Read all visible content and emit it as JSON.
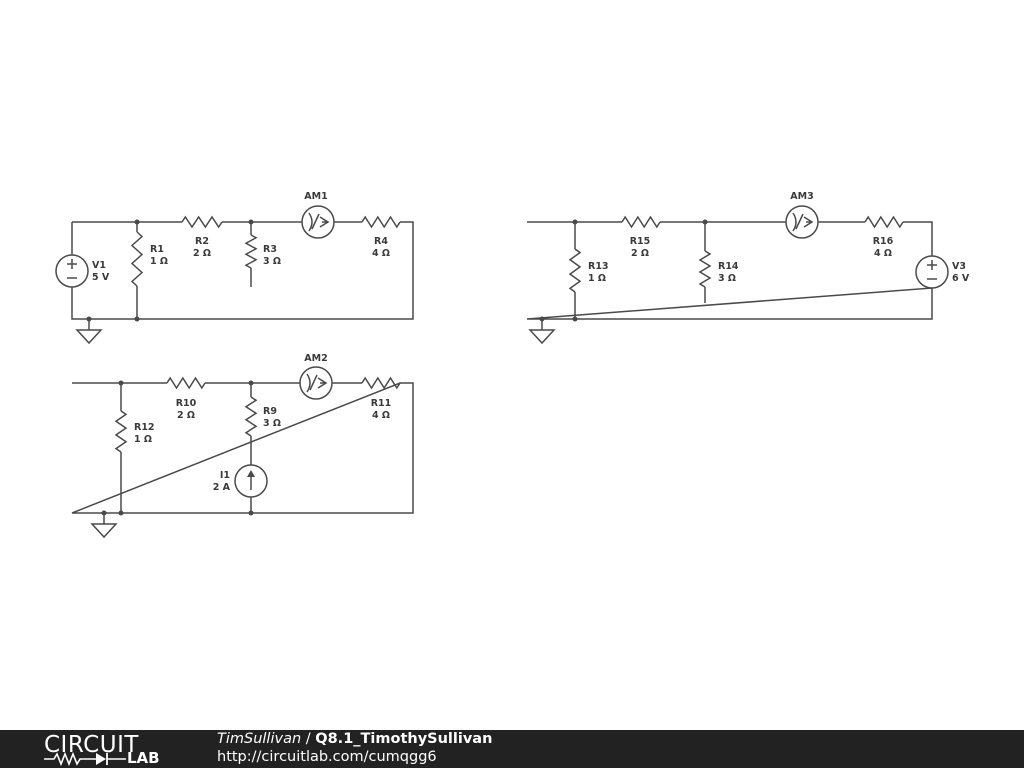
{
  "components": {
    "V1": {
      "name": "V1",
      "value": "5 V"
    },
    "R1": {
      "name": "R1",
      "value": "1 Ω"
    },
    "R2": {
      "name": "R2",
      "value": "2 Ω"
    },
    "R3": {
      "name": "R3",
      "value": "3 Ω"
    },
    "R4": {
      "name": "R4",
      "value": "4 Ω"
    },
    "AM1": {
      "name": "AM1"
    },
    "R12": {
      "name": "R12",
      "value": "1 Ω"
    },
    "R10": {
      "name": "R10",
      "value": "2 Ω"
    },
    "R9": {
      "name": "R9",
      "value": "3 Ω"
    },
    "R11": {
      "name": "R11",
      "value": "4 Ω"
    },
    "AM2": {
      "name": "AM2"
    },
    "I1": {
      "name": "I1",
      "value": "2 A"
    },
    "R13": {
      "name": "R13",
      "value": "1 Ω"
    },
    "R15": {
      "name": "R15",
      "value": "2 Ω"
    },
    "R14": {
      "name": "R14",
      "value": "3 Ω"
    },
    "R16": {
      "name": "R16",
      "value": "4 Ω"
    },
    "AM3": {
      "name": "AM3"
    },
    "V3": {
      "name": "V3",
      "value": "6 V"
    }
  },
  "footer": {
    "logo_top": "CIRCUIT",
    "logo_bottom": "LAB",
    "user": "TimSullivan",
    "separator": " / ",
    "title": "Q8.1_TimothySullivan",
    "url": "http://circuitlab.com/cumqgg6"
  }
}
